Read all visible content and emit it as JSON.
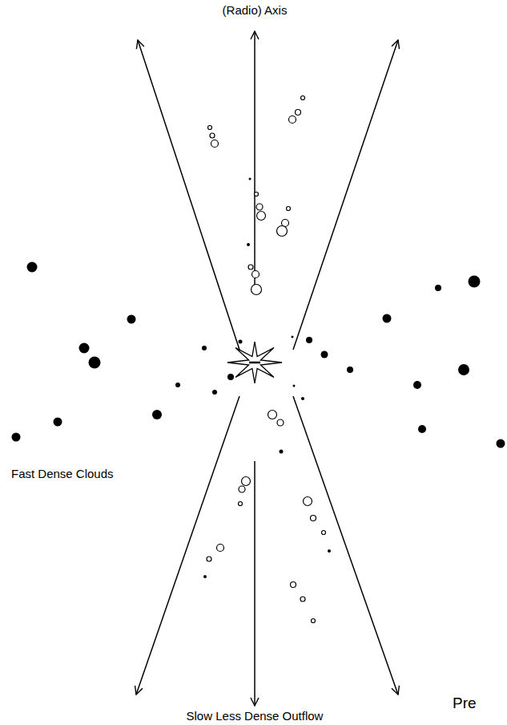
{
  "diagram": {
    "labels": [
      "(Radio) Axis",
      "Fast Dense Clouds",
      "Slow Less Dense Outflow",
      "Pre"
    ]
  }
}
